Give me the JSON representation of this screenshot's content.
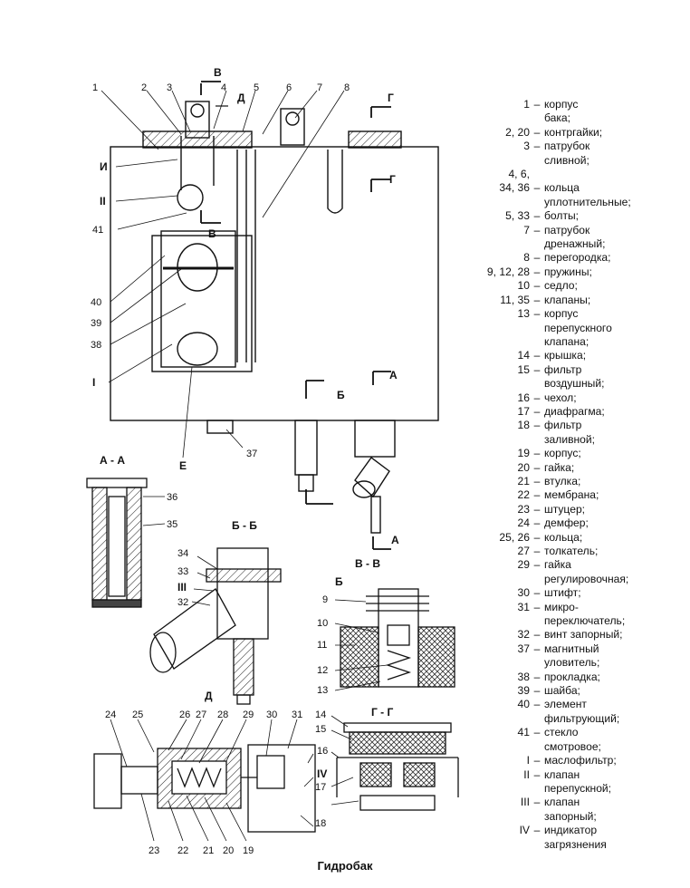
{
  "caption": "Гидробак",
  "labels": {
    "main": [
      "1",
      "2",
      "3",
      "4",
      "5",
      "6",
      "7",
      "8",
      "И",
      "II",
      "41",
      "В",
      "40",
      "39",
      "38",
      "I",
      "Е",
      "37",
      "Б",
      "А",
      "Г"
    ],
    "arrow_b": "В",
    "arrow_d": "Д",
    "arrow_g": "Г",
    "arrow_a": "А",
    "arrow_bb": "Б",
    "section_aa": "А - А",
    "section_bb": "Б - Б",
    "section_vv": "В - В",
    "section_gg": "Г - Г",
    "view_d": "Д",
    "view_b": "Б",
    "aa_parts": [
      "36",
      "35"
    ],
    "bb_parts": [
      "34",
      "33",
      "III",
      "32"
    ],
    "vv_parts": [
      "9",
      "10",
      "11",
      "12",
      "13"
    ],
    "gg_parts": [
      "14",
      "15",
      "16",
      "IV",
      "17",
      "18"
    ],
    "d_top": [
      "24",
      "25",
      "26",
      "27",
      "28",
      "29",
      "30",
      "31"
    ],
    "d_bottom": [
      "23",
      "22",
      "21",
      "20",
      "19"
    ]
  },
  "legend": [
    {
      "num": "1",
      "text": "корпус"
    },
    {
      "num": "",
      "text": "бака;"
    },
    {
      "num": "2, 20",
      "text": "контргайки;"
    },
    {
      "num": "3",
      "text": "патрубок"
    },
    {
      "num": "",
      "text": "сливной;"
    },
    {
      "num": "4, 6,",
      "text": "",
      "nodash": true
    },
    {
      "num": "34, 36",
      "text": "кольца"
    },
    {
      "num": "",
      "text": "уплотнительные;"
    },
    {
      "num": "5, 33",
      "text": "болты;"
    },
    {
      "num": "7",
      "text": "патрубок"
    },
    {
      "num": "",
      "text": "дренажный;"
    },
    {
      "num": "8",
      "text": "перегородка;"
    },
    {
      "num": "9, 12, 28",
      "text": "пружины;"
    },
    {
      "num": "10",
      "text": "седло;"
    },
    {
      "num": "11, 35",
      "text": "клапаны;"
    },
    {
      "num": "13",
      "text": "корпус"
    },
    {
      "num": "",
      "text": "перепускного"
    },
    {
      "num": "",
      "text": "клапана;"
    },
    {
      "num": "14",
      "text": "крышка;"
    },
    {
      "num": "15",
      "text": "фильтр"
    },
    {
      "num": "",
      "text": "воздушный;"
    },
    {
      "num": "16",
      "text": "чехол;"
    },
    {
      "num": "17",
      "text": "диафрагма;"
    },
    {
      "num": "18",
      "text": "фильтр"
    },
    {
      "num": "",
      "text": "заливной;"
    },
    {
      "num": "19",
      "text": "корпус;"
    },
    {
      "num": "20",
      "text": "гайка;"
    },
    {
      "num": "21",
      "text": "втулка;"
    },
    {
      "num": "22",
      "text": "мембрана;"
    },
    {
      "num": "23",
      "text": "штуцер;"
    },
    {
      "num": "24",
      "text": "демфер;"
    },
    {
      "num": "25, 26",
      "text": "кольца;"
    },
    {
      "num": "27",
      "text": "толкатель;"
    },
    {
      "num": "29",
      "text": "гайка"
    },
    {
      "num": "",
      "text": "регулировочная;"
    },
    {
      "num": "30",
      "text": "штифт;"
    },
    {
      "num": "31",
      "text": "микро-"
    },
    {
      "num": "",
      "text": "переключатель;"
    },
    {
      "num": "32",
      "text": "винт запорный;"
    },
    {
      "num": "37",
      "text": "магнитный"
    },
    {
      "num": "",
      "text": "уловитель;"
    },
    {
      "num": "38",
      "text": "прокладка;"
    },
    {
      "num": "39",
      "text": "шайба;"
    },
    {
      "num": "40",
      "text": "элемент"
    },
    {
      "num": "",
      "text": "фильтрующий;"
    },
    {
      "num": "41",
      "text": "стекло"
    },
    {
      "num": "",
      "text": "смотровое;"
    },
    {
      "num": "I",
      "text": "маслофильтр;"
    },
    {
      "num": "II",
      "text": "клапан"
    },
    {
      "num": "",
      "text": "перепускной;"
    },
    {
      "num": "III",
      "text": "клапан"
    },
    {
      "num": "",
      "text": "запорный;"
    },
    {
      "num": "IV",
      "text": "индикатор"
    },
    {
      "num": "",
      "text": "загрязнения"
    }
  ]
}
